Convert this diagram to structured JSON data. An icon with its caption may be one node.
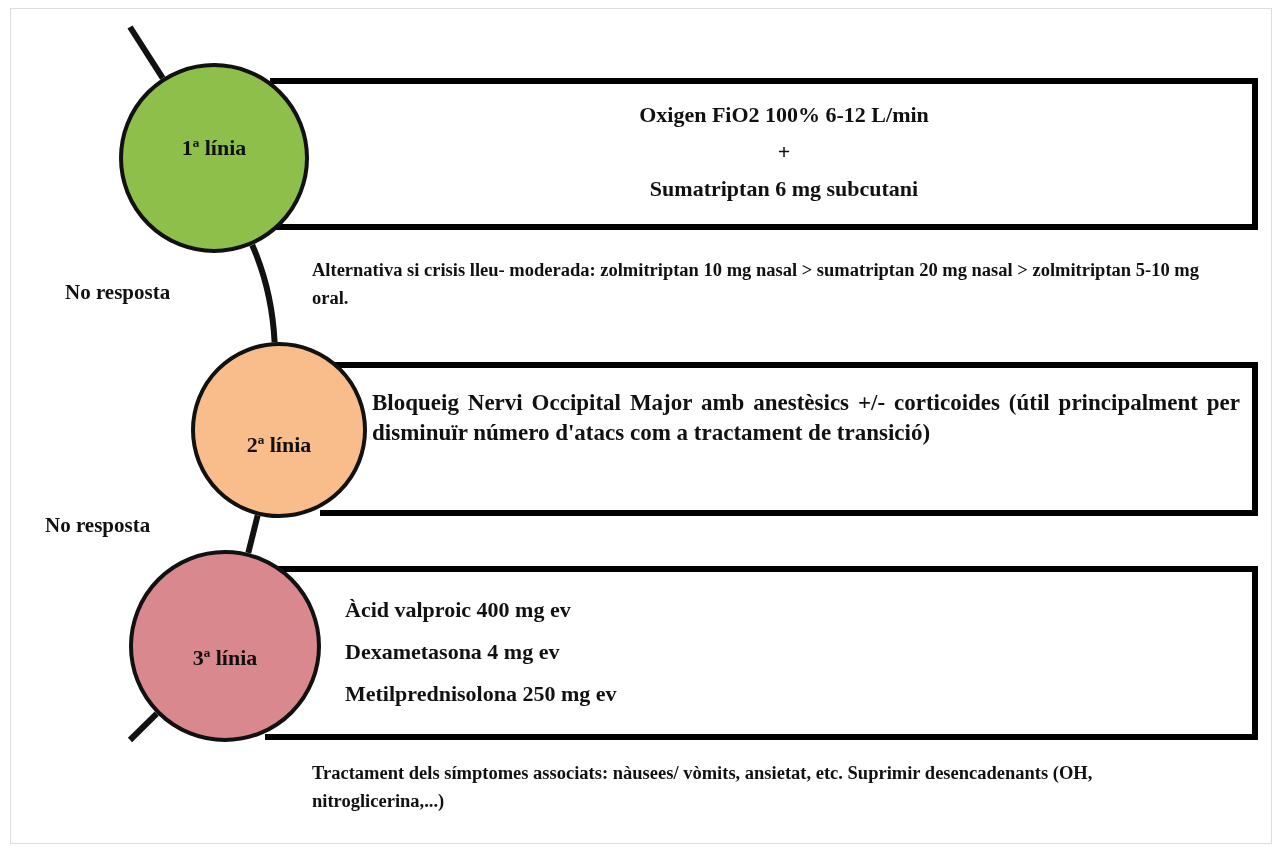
{
  "diagram": {
    "nodes": [
      {
        "text": [
          "1ª línia"
        ]
      },
      {
        "text": [
          "Oxigen FiO2 100% 6-12 L/min",
          "+",
          "Sumatriptan 6 mg subcutani"
        ]
      },
      {
        "text": [
          "2ª línia"
        ]
      },
      {
        "text": [
          "Bloqueig Nervi Occipital Major amb anestèsics +/- corticoides (útil principalment per disminuïr número d'atacs com a tractament de transició)"
        ]
      },
      {
        "text": [
          "3ª línia"
        ]
      },
      {
        "text": [
          "Àcid valproic 400 mg ev",
          "Dexametasona 4 mg ev",
          "Metilprednisolona 250 mg ev"
        ]
      }
    ],
    "edges": [
      {
        "from": null,
        "to": 0,
        "arrow": "none"
      },
      {
        "from": 0,
        "to": 2,
        "arrow": "none",
        "label": "No resposta"
      },
      {
        "from": 2,
        "to": 4,
        "arrow": "none",
        "label": "No resposta"
      },
      {
        "from": 4,
        "to": null,
        "arrow": "none"
      }
    ],
    "labels": [
      "Alternativa si crisis lleu- moderada: zolmitriptan 10 mg nasal > sumatriptan 20 mg nasal > zolmitriptan 5-10 mg oral.",
      "Tractament dels símptomes associats: nàusees/ vòmits, ansietat, etc. Suprimir desencadenants (OH, nitroglicerina,...)"
    ]
  }
}
